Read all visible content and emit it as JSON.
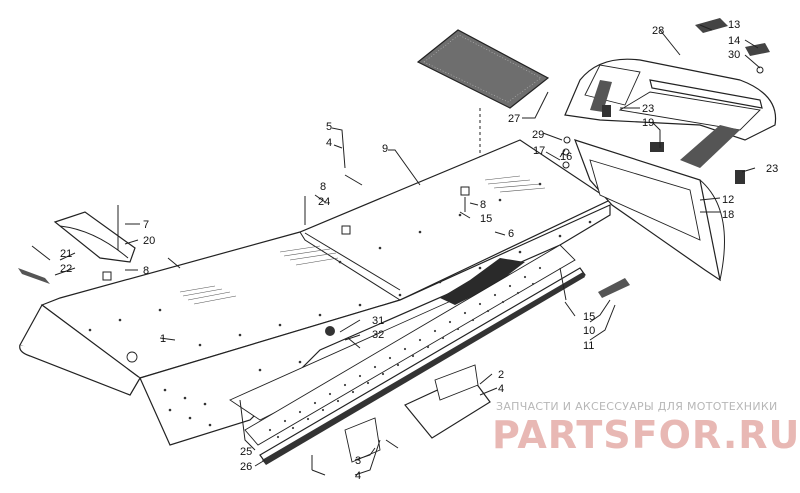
{
  "callouts": [
    {
      "id": "c28",
      "text": "28"
    },
    {
      "id": "c13",
      "text": "13"
    },
    {
      "id": "c14",
      "text": "14"
    },
    {
      "id": "c30",
      "text": "30"
    },
    {
      "id": "c27",
      "text": "27"
    },
    {
      "id": "c23a",
      "text": "23"
    },
    {
      "id": "c19",
      "text": "19"
    },
    {
      "id": "c29",
      "text": "29"
    },
    {
      "id": "c16",
      "text": "16"
    },
    {
      "id": "c17",
      "text": "17"
    },
    {
      "id": "c23b",
      "text": "23"
    },
    {
      "id": "c12",
      "text": "12"
    },
    {
      "id": "c18",
      "text": "18"
    },
    {
      "id": "c5",
      "text": "5"
    },
    {
      "id": "c4a",
      "text": "4"
    },
    {
      "id": "c9",
      "text": "9"
    },
    {
      "id": "c8a",
      "text": "8"
    },
    {
      "id": "c24",
      "text": "24"
    },
    {
      "id": "c8b",
      "text": "8"
    },
    {
      "id": "c15a",
      "text": "15"
    },
    {
      "id": "c6",
      "text": "6"
    },
    {
      "id": "c7",
      "text": "7"
    },
    {
      "id": "c20",
      "text": "20"
    },
    {
      "id": "c21",
      "text": "21"
    },
    {
      "id": "c22",
      "text": "22"
    },
    {
      "id": "c8c",
      "text": "8"
    },
    {
      "id": "c1",
      "text": "1"
    },
    {
      "id": "c31",
      "text": "31"
    },
    {
      "id": "c32",
      "text": "32"
    },
    {
      "id": "c15b",
      "text": "15"
    },
    {
      "id": "c10",
      "text": "10"
    },
    {
      "id": "c11",
      "text": "11"
    },
    {
      "id": "c2",
      "text": "2"
    },
    {
      "id": "c4b",
      "text": "4"
    },
    {
      "id": "c25",
      "text": "25"
    },
    {
      "id": "c26",
      "text": "26"
    },
    {
      "id": "c3",
      "text": "3"
    },
    {
      "id": "c4c",
      "text": "4"
    }
  ],
  "watermark": {
    "tagline": "ЗАПЧАСТИ И АКСЕССУАРЫ ДЛЯ МОТОТЕХНИКИ",
    "brand": "PARTSFOR.RU"
  }
}
